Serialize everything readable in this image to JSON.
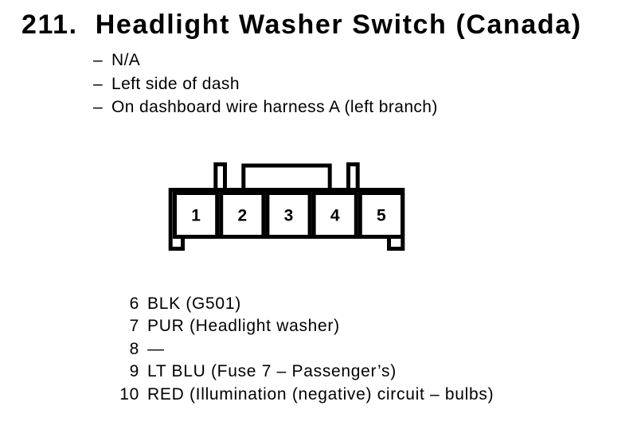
{
  "header": {
    "number": "211.",
    "title": "Headlight Washer Switch (Canada)",
    "dash": "–",
    "details": [
      "N/A",
      "Left side of dash",
      "On dashboard wire harness A (left branch)"
    ]
  },
  "connector": {
    "pins": [
      "1",
      "2",
      "3",
      "4",
      "5"
    ]
  },
  "pin_list": {
    "rows": [
      {
        "pin": "6",
        "desc": "BLK (G501)"
      },
      {
        "pin": "7",
        "desc": "PUR (Headlight washer)"
      },
      {
        "pin": "8",
        "desc": "—"
      },
      {
        "pin": "9",
        "desc": "LT BLU (Fuse 7 – Passenger’s)"
      },
      {
        "pin": "10",
        "desc": "RED (Illumination (negative) circuit – bulbs)"
      }
    ]
  },
  "colors": {
    "ink": "#000000",
    "paper": "#ffffff"
  }
}
